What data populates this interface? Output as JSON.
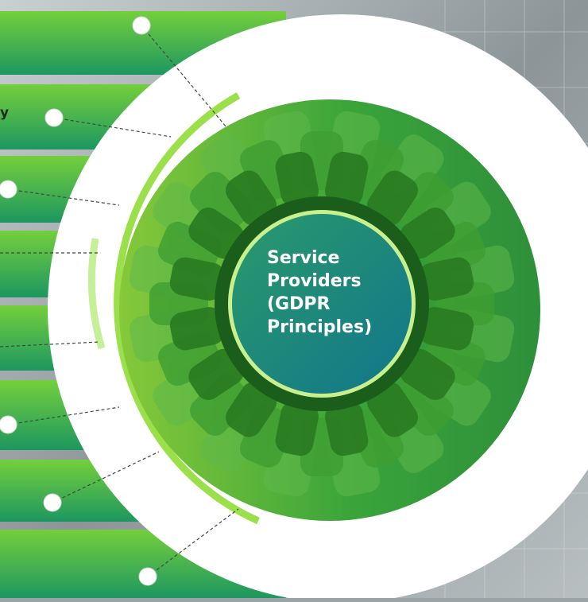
{
  "center": {
    "lines": [
      "Service",
      "Providers",
      "(GDPR",
      "Principles)"
    ]
  },
  "bands": [
    {
      "label": ""
    },
    {
      "label": "y"
    },
    {
      "label": ""
    },
    {
      "label": ""
    },
    {
      "label": ""
    },
    {
      "label": ""
    },
    {
      "label": ""
    },
    {
      "label": ""
    }
  ],
  "colors": {
    "band_green_light": "#7ed24a",
    "band_green_dark": "#1e9a5a",
    "ring_dark": "#1b5e1b",
    "core_teal": "#1a8a86",
    "accent_lime": "#9be04a",
    "background_gray": "#9aa3a6"
  }
}
